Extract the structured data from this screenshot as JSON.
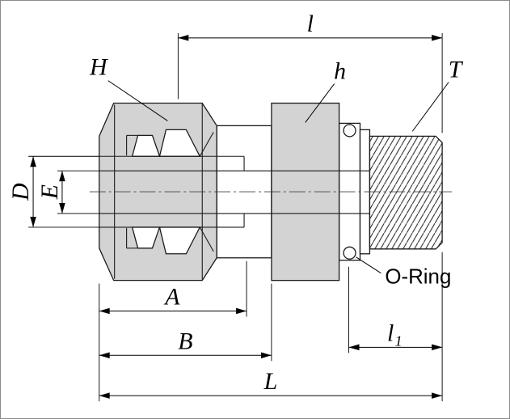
{
  "drawing": {
    "dimension_labels": {
      "H": "H",
      "h": "h",
      "T": "T",
      "D": "D",
      "E": "E",
      "A": "A",
      "B": "B",
      "L": "L",
      "l": "l",
      "l1": "l₁"
    },
    "annotations": {
      "o_ring": "O-Ring"
    },
    "colors": {
      "background": "#ffffff",
      "line": "#1a1a1a",
      "metal_fill": "#d3d3d3"
    }
  }
}
